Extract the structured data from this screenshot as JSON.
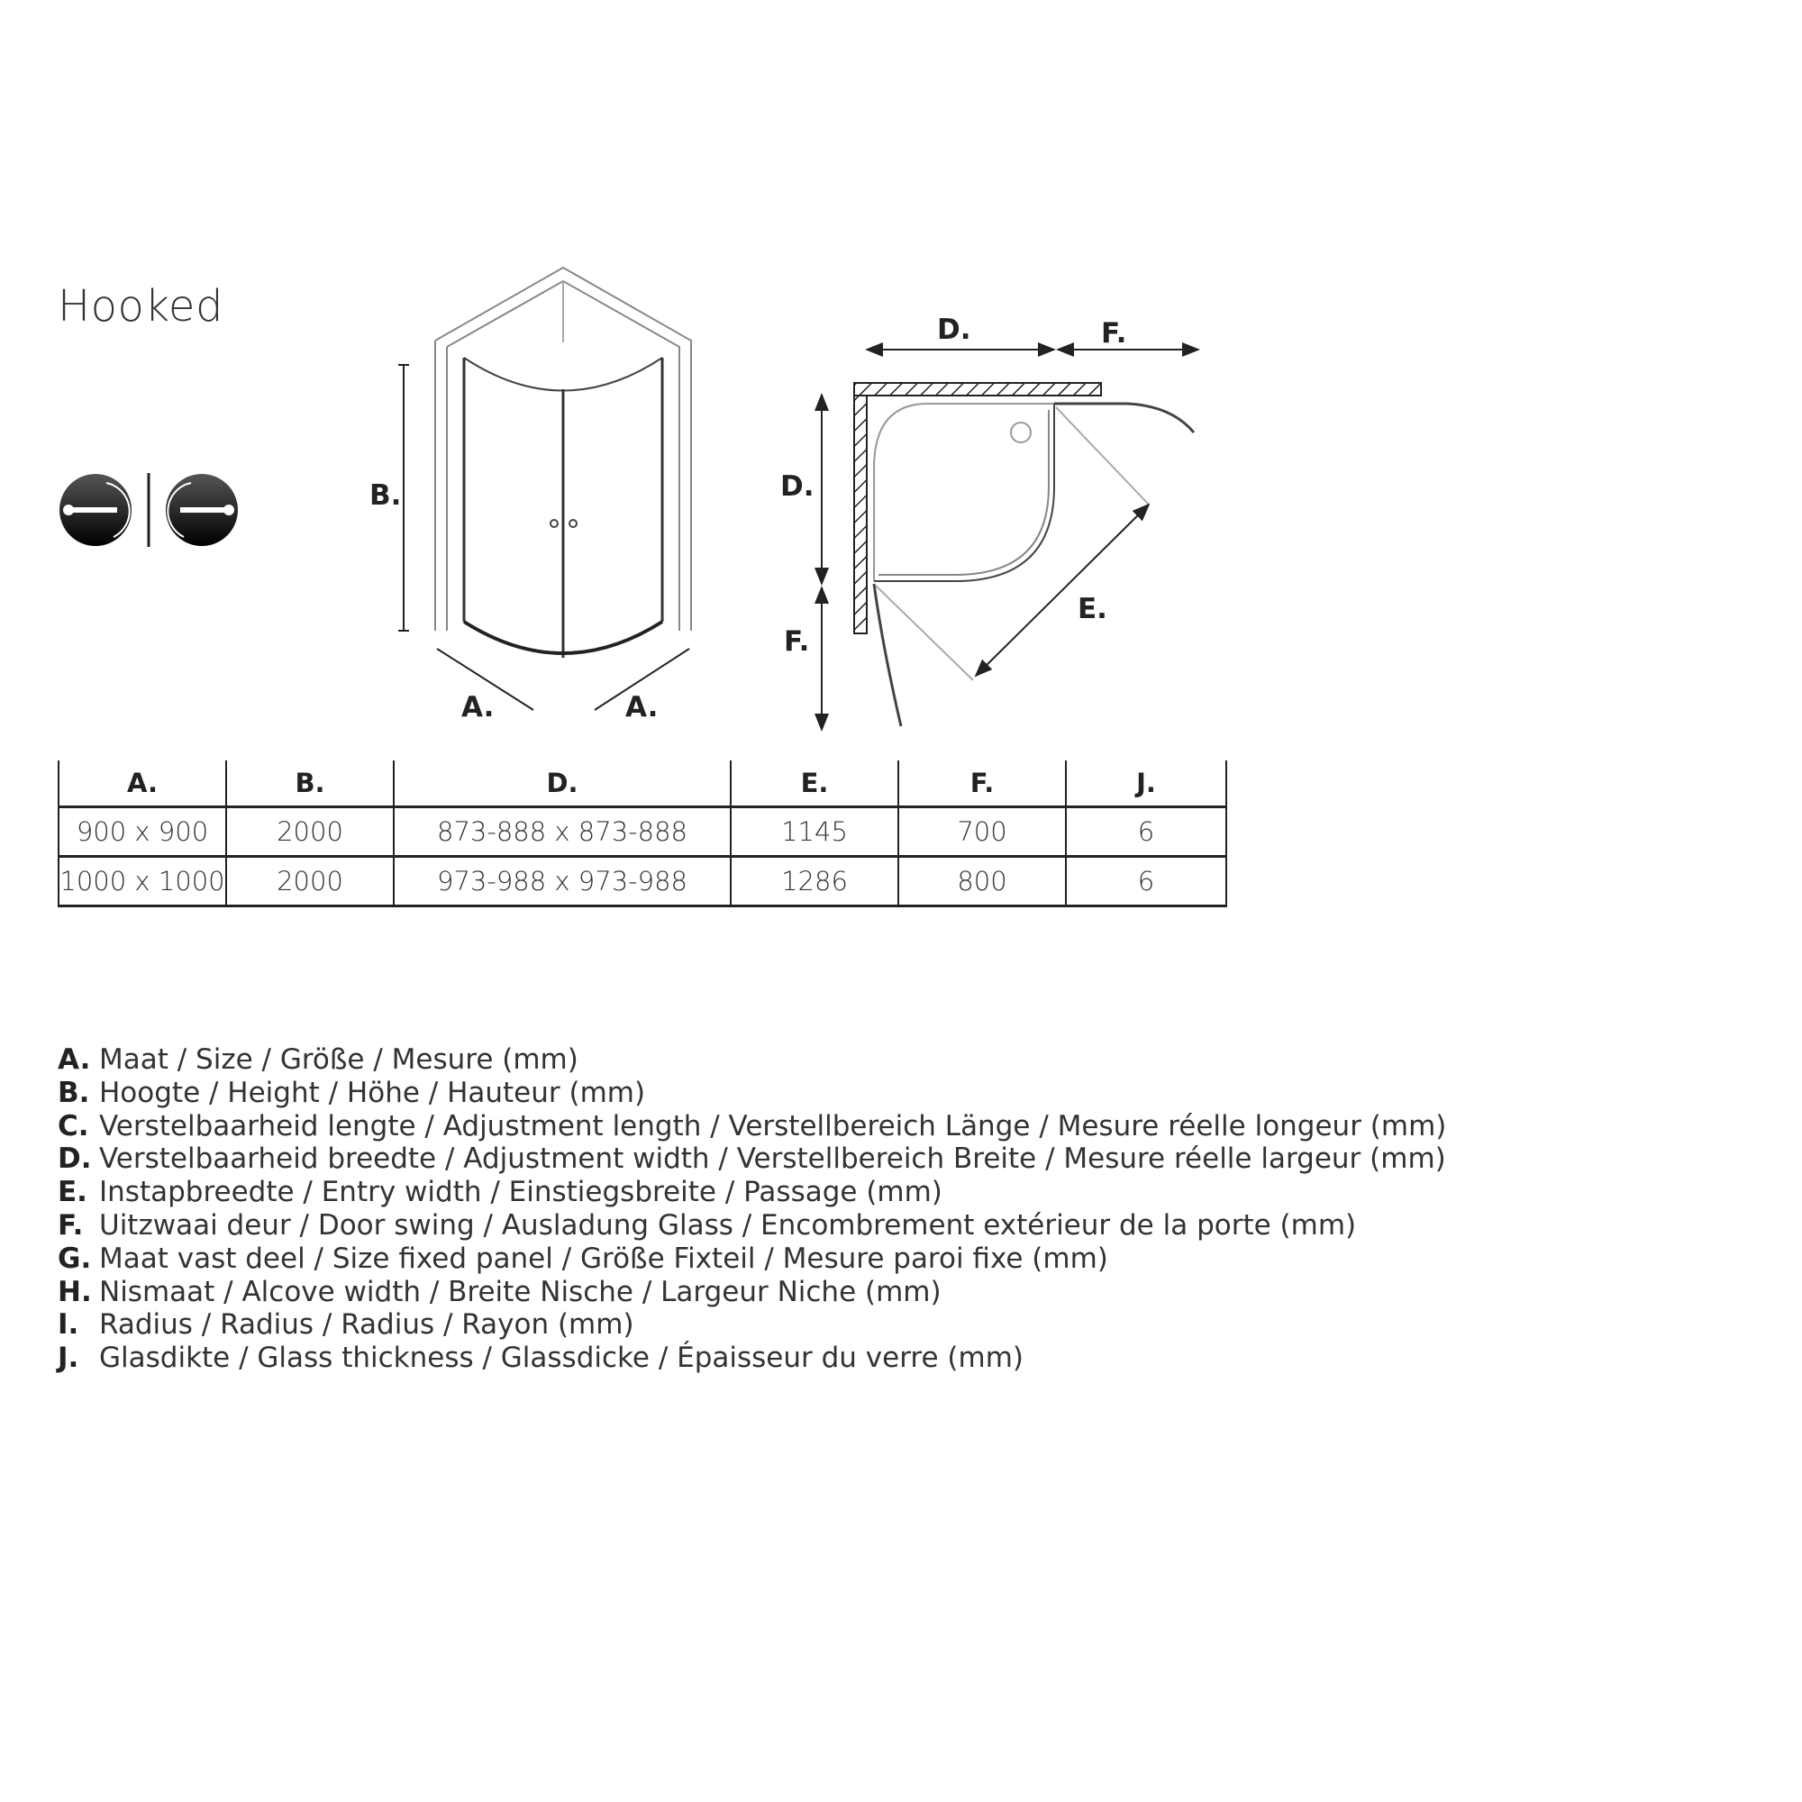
{
  "title": "Hooked",
  "icons": [
    "door-swing-inward-outward-icon",
    "door-swing-outward-inward-icon"
  ],
  "diagram_labels": {
    "front_view": {
      "height": "B.",
      "width_left": "A.",
      "width_right": "A."
    },
    "top_view": {
      "adjust_width_top": "D.",
      "swing_top": "F.",
      "adjust_width_side": "D.",
      "swing_side": "F.",
      "entry_width": "E."
    }
  },
  "table": {
    "headers": [
      "A.",
      "B.",
      "D.",
      "E.",
      "F.",
      "J."
    ],
    "rows": [
      [
        "900 x 900",
        "2000",
        "873-888 x 873-888",
        "1145",
        "700",
        "6"
      ],
      [
        "1000 x 1000",
        "2000",
        "973-988 x 973-988",
        "1286",
        "800",
        "6"
      ]
    ]
  },
  "legend": [
    {
      "key": "A.",
      "text": "Maat / Size / Größe / Mesure (mm)"
    },
    {
      "key": "B.",
      "text": "Hoogte / Height / Höhe / Hauteur (mm)"
    },
    {
      "key": "C.",
      "text": "Verstelbaarheid lengte / Adjustment length / Verstellbereich Länge / Mesure réelle longeur (mm)"
    },
    {
      "key": "D.",
      "text": "Verstelbaarheid breedte / Adjustment width / Verstellbereich Breite / Mesure réelle largeur (mm)"
    },
    {
      "key": "E.",
      "text": "Instapbreedte / Entry width / Einstiegsbreite / Passage (mm)"
    },
    {
      "key": "F.",
      "text": "Uitzwaai deur / Door swing / Ausladung Glass / Encombrement extérieur de la porte (mm)"
    },
    {
      "key": "G.",
      "text": "Maat vast deel / Size fixed panel / Größe Fixteil / Mesure paroi fixe (mm)"
    },
    {
      "key": "H.",
      "text": "Nismaat / Alcove width / Breite Nische / Largeur Niche (mm)"
    },
    {
      "key": "I.",
      "text": "Radius / Radius / Radius / Rayon (mm)"
    },
    {
      "key": "J.",
      "text": "Glasdikte / Glass thickness / Glassdicke / Épaisseur du verre (mm)"
    }
  ]
}
